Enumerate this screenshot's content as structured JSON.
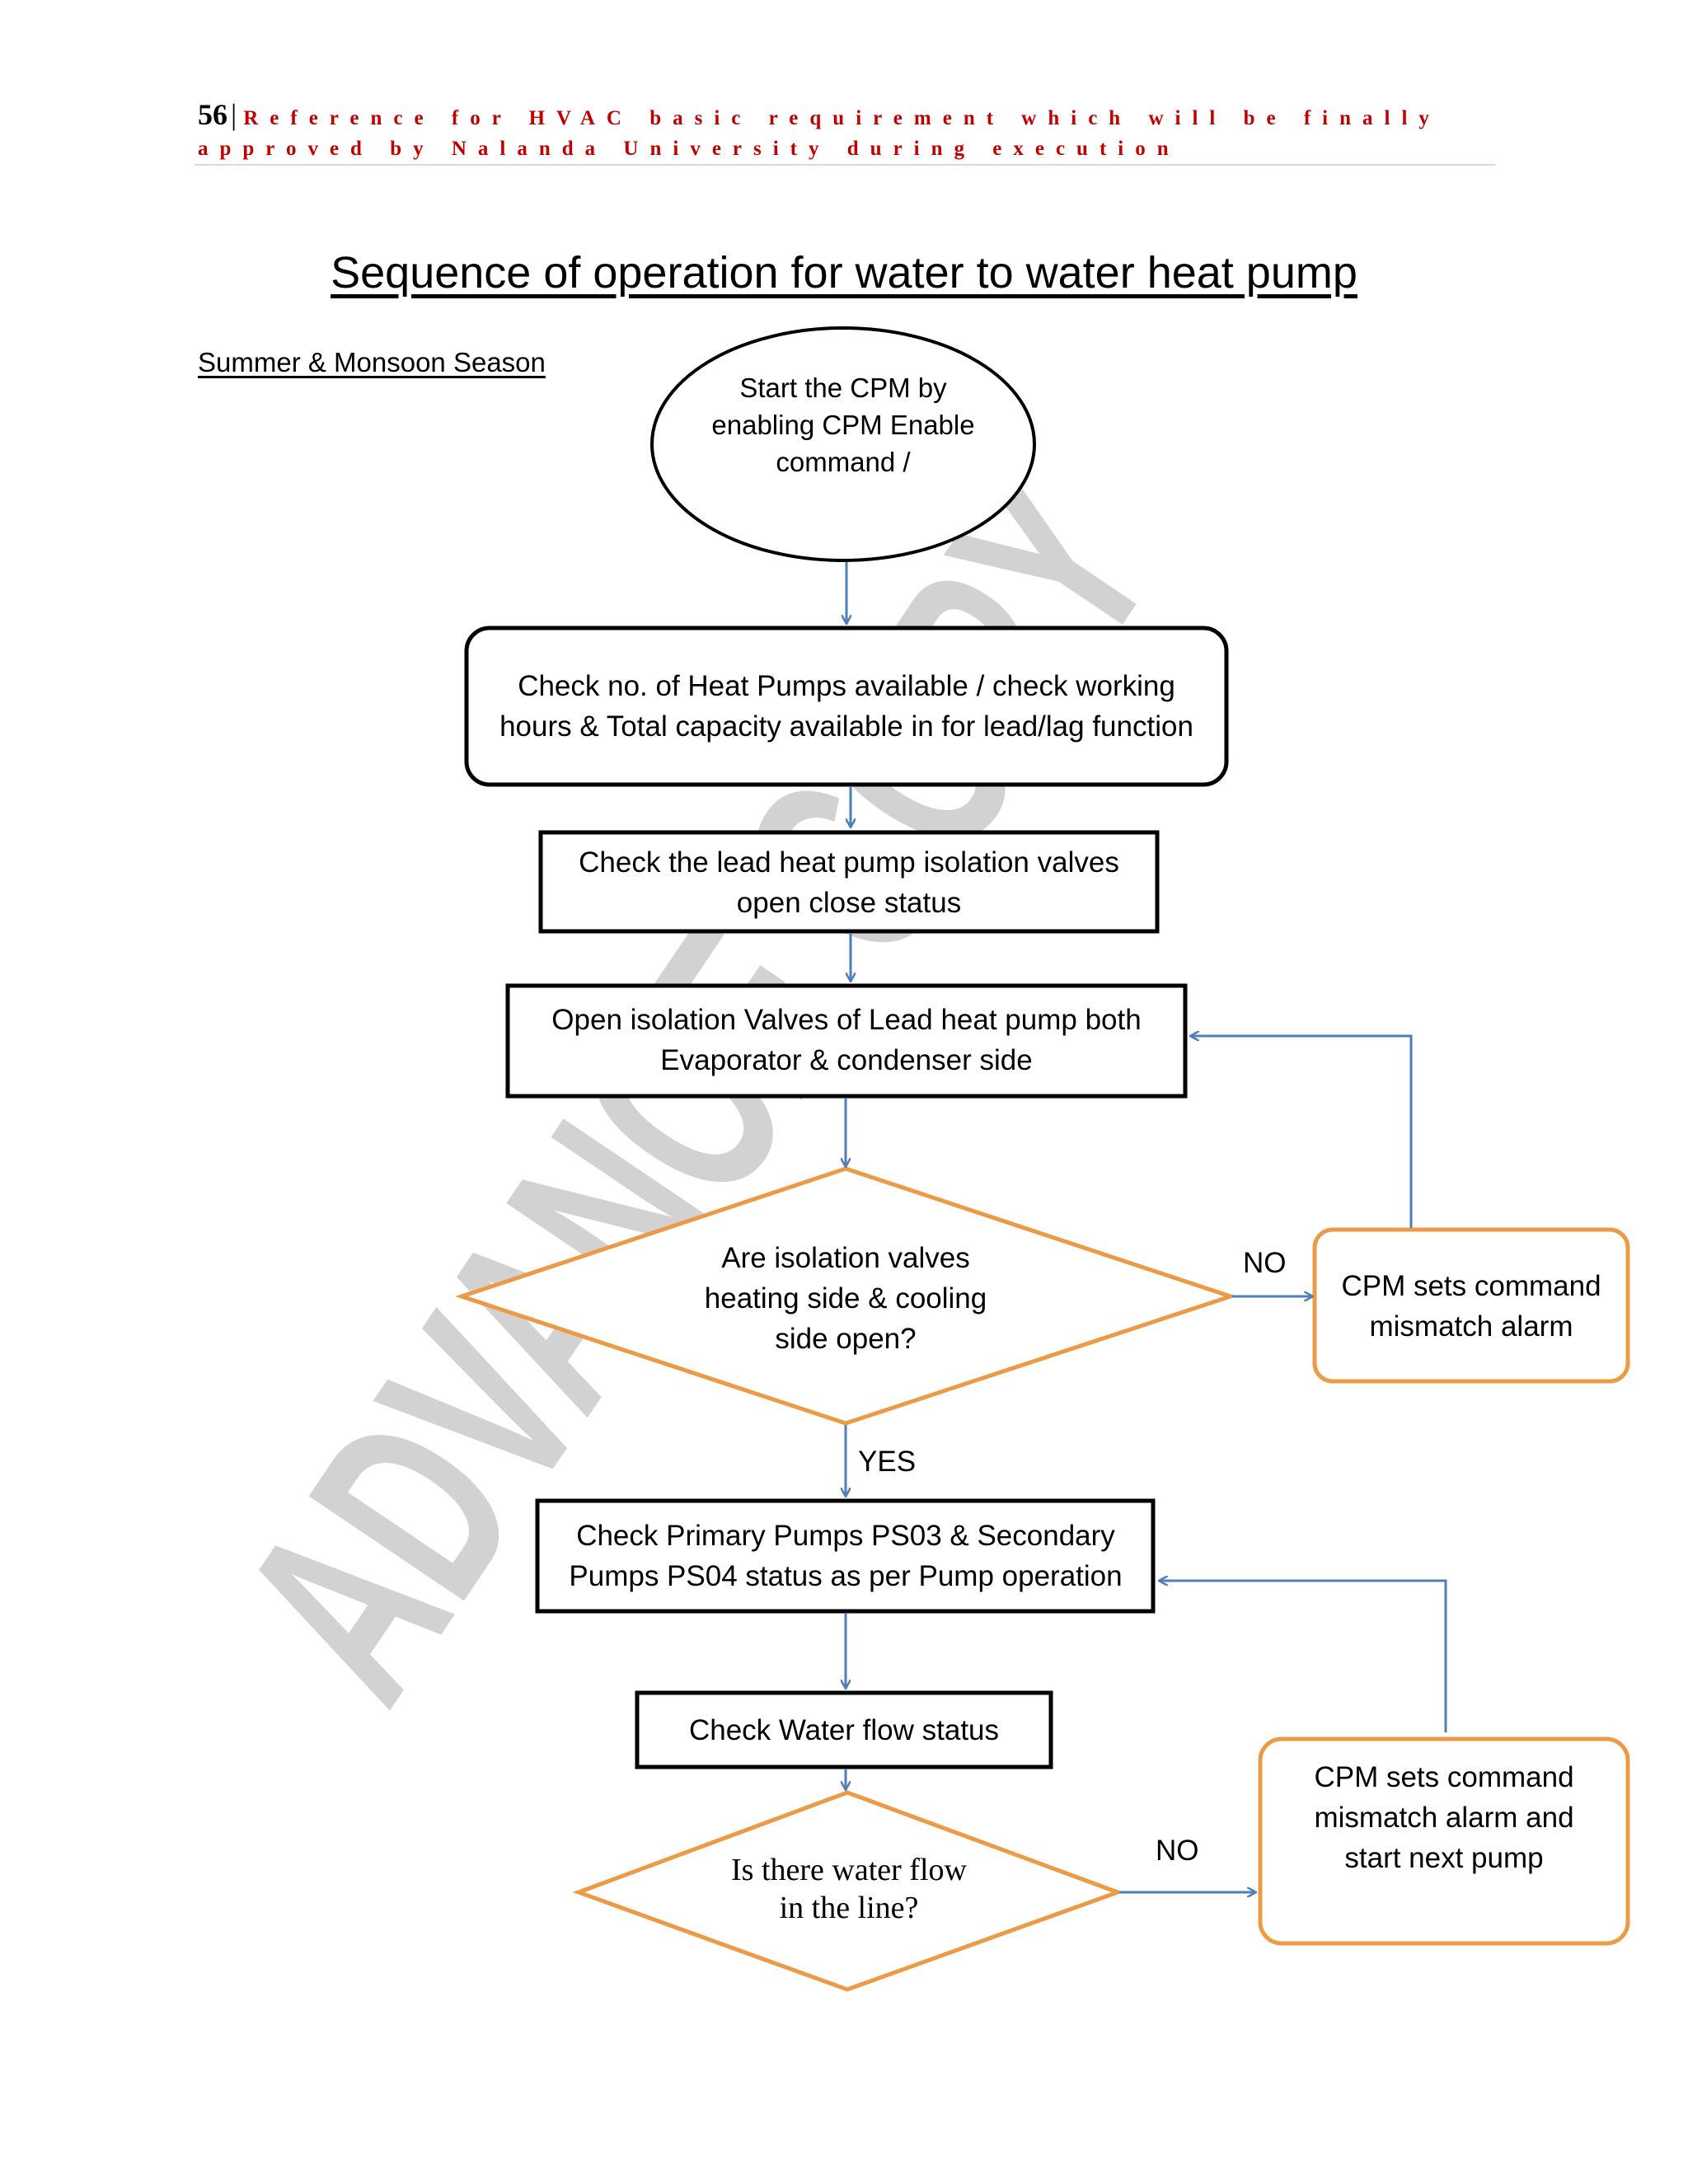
{
  "header": {
    "page_number": "56",
    "separator": "|",
    "text": "Reference for HVAC basic requirement which will be finally approved by Nalanda University during execution"
  },
  "title": "Sequence of operation for water to water heat pump",
  "season_label": "Summer & Monsoon Season",
  "watermark": "ADVANCE COPY",
  "flowchart": {
    "start": "Start the CPM by enabling CPM Enable command /",
    "check_heat_pumps": "Check no. of Heat Pumps available / check working hours & Total capacity available in for lead/lag function",
    "check_valves_status": "Check the lead heat pump isolation valves open close status",
    "open_valves": "Open isolation Valves of Lead heat pump both Evaporator & condenser side",
    "decision_valves": "Are isolation valves heating side & cooling side open?",
    "alarm_valves": "CPM sets command mismatch alarm",
    "check_pumps": "Check Primary Pumps PS03 & Secondary Pumps PS04 status as per Pump operation",
    "check_flow": "Check Water flow status",
    "decision_flow": "Is there water flow in the line?",
    "alarm_flow": "CPM sets command mismatch alarm and start next pump",
    "label_no_1": "NO",
    "label_yes": "YES",
    "label_no_2": "NO"
  },
  "colors": {
    "header_text": "#c00000",
    "decision_border": "#ed9a45",
    "arrow": "#4f7fba",
    "box_border": "#000000",
    "watermark": "#d2d2d2"
  }
}
